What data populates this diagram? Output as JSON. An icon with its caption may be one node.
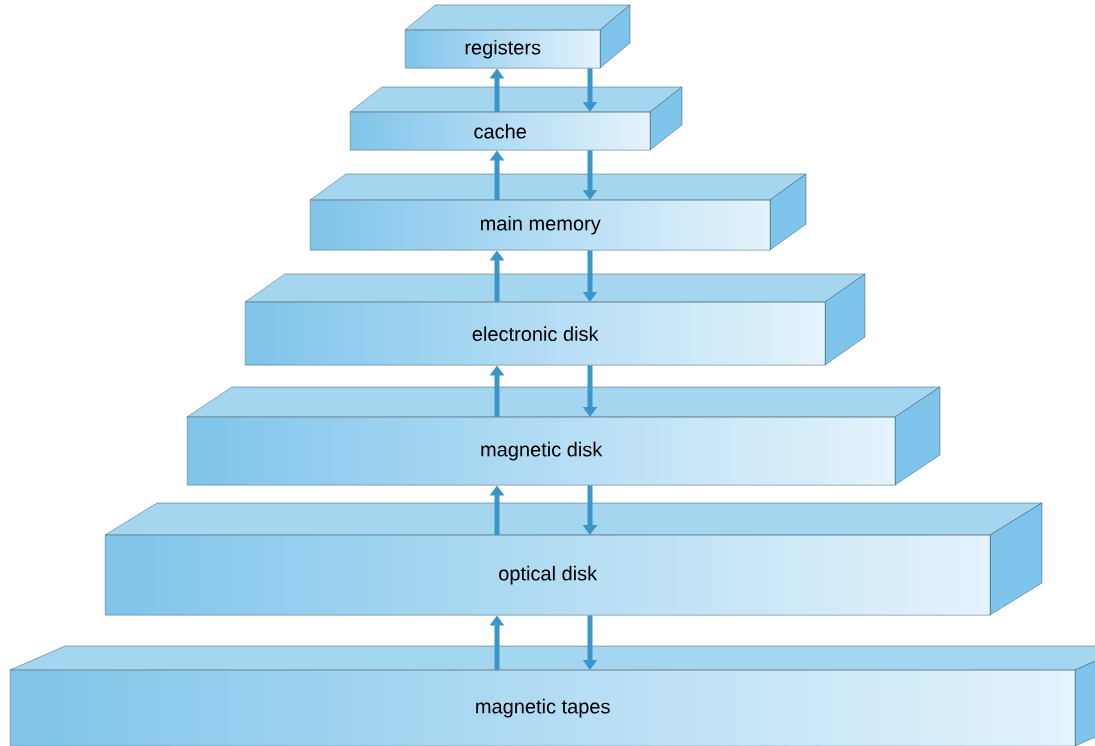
{
  "diagram": {
    "nodes": [
      {
        "text": [
          "registers"
        ]
      },
      {
        "text": [
          "cache"
        ]
      },
      {
        "text": [
          "main memory"
        ]
      },
      {
        "text": [
          "electronic disk"
        ]
      },
      {
        "text": [
          "magnetic disk"
        ]
      },
      {
        "text": [
          "optical disk"
        ]
      },
      {
        "text": [
          "magnetic tapes"
        ]
      }
    ],
    "edges": [
      {
        "from": 1,
        "to": 0,
        "arrow": "to"
      },
      {
        "from": 0,
        "to": 1,
        "arrow": "to"
      },
      {
        "from": 2,
        "to": 1,
        "arrow": "to"
      },
      {
        "from": 1,
        "to": 2,
        "arrow": "to"
      },
      {
        "from": 3,
        "to": 2,
        "arrow": "to"
      },
      {
        "from": 2,
        "to": 3,
        "arrow": "to"
      },
      {
        "from": 4,
        "to": 3,
        "arrow": "to"
      },
      {
        "from": 3,
        "to": 4,
        "arrow": "to"
      },
      {
        "from": 5,
        "to": 4,
        "arrow": "to"
      },
      {
        "from": 4,
        "to": 5,
        "arrow": "to"
      },
      {
        "from": 6,
        "to": 5,
        "arrow": "to"
      },
      {
        "from": 5,
        "to": 6,
        "arrow": "to"
      }
    ]
  }
}
